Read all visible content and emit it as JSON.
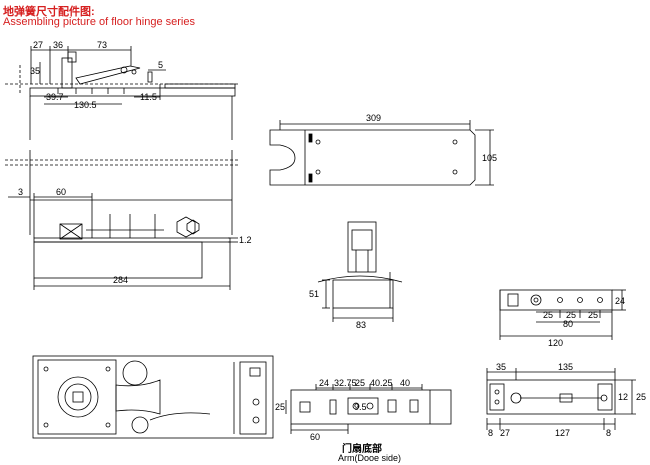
{
  "title": {
    "chinese": "地弹簧尺寸配件图:",
    "english": "Assembling picture of floor hinge series"
  },
  "colors": {
    "title": "#d62020",
    "line": "#000000"
  },
  "top_left_view": {
    "dims": {
      "d27": "27",
      "d36": "36",
      "d73": "73",
      "d35": "35",
      "d5": "5",
      "d39_7": "39.7",
      "d130_5": "130.5",
      "d11_5": "11.5"
    }
  },
  "main_view": {
    "dims": {
      "d3": "3",
      "d60": "60",
      "d1_2": "1.2",
      "d284": "284"
    }
  },
  "cover_plate": {
    "dims": {
      "d309": "309",
      "d105": "105"
    }
  },
  "spindle_view": {
    "dims": {
      "d51": "51",
      "d83": "83"
    }
  },
  "arm_small": {
    "dims": {
      "d24": "24",
      "d25a": "25",
      "d25b": "25",
      "d25c": "25",
      "d80": "80",
      "d120": "120"
    }
  },
  "arm_door_side": {
    "dims": {
      "d24": "24",
      "d32_75": "32.75",
      "d25": "25",
      "d40_25": "40.25",
      "d40": "40",
      "d25v": "25",
      "d9_5": "9.5",
      "d60": "60"
    },
    "caption_cn": "门扇底部",
    "caption_en": "Arm(Dooe side)"
  },
  "arm_right": {
    "dims": {
      "d35": "35",
      "d135": "135",
      "d12": "12",
      "d25": "25",
      "d8a": "8",
      "d27": "27",
      "d127": "127",
      "d8b": "8"
    }
  }
}
